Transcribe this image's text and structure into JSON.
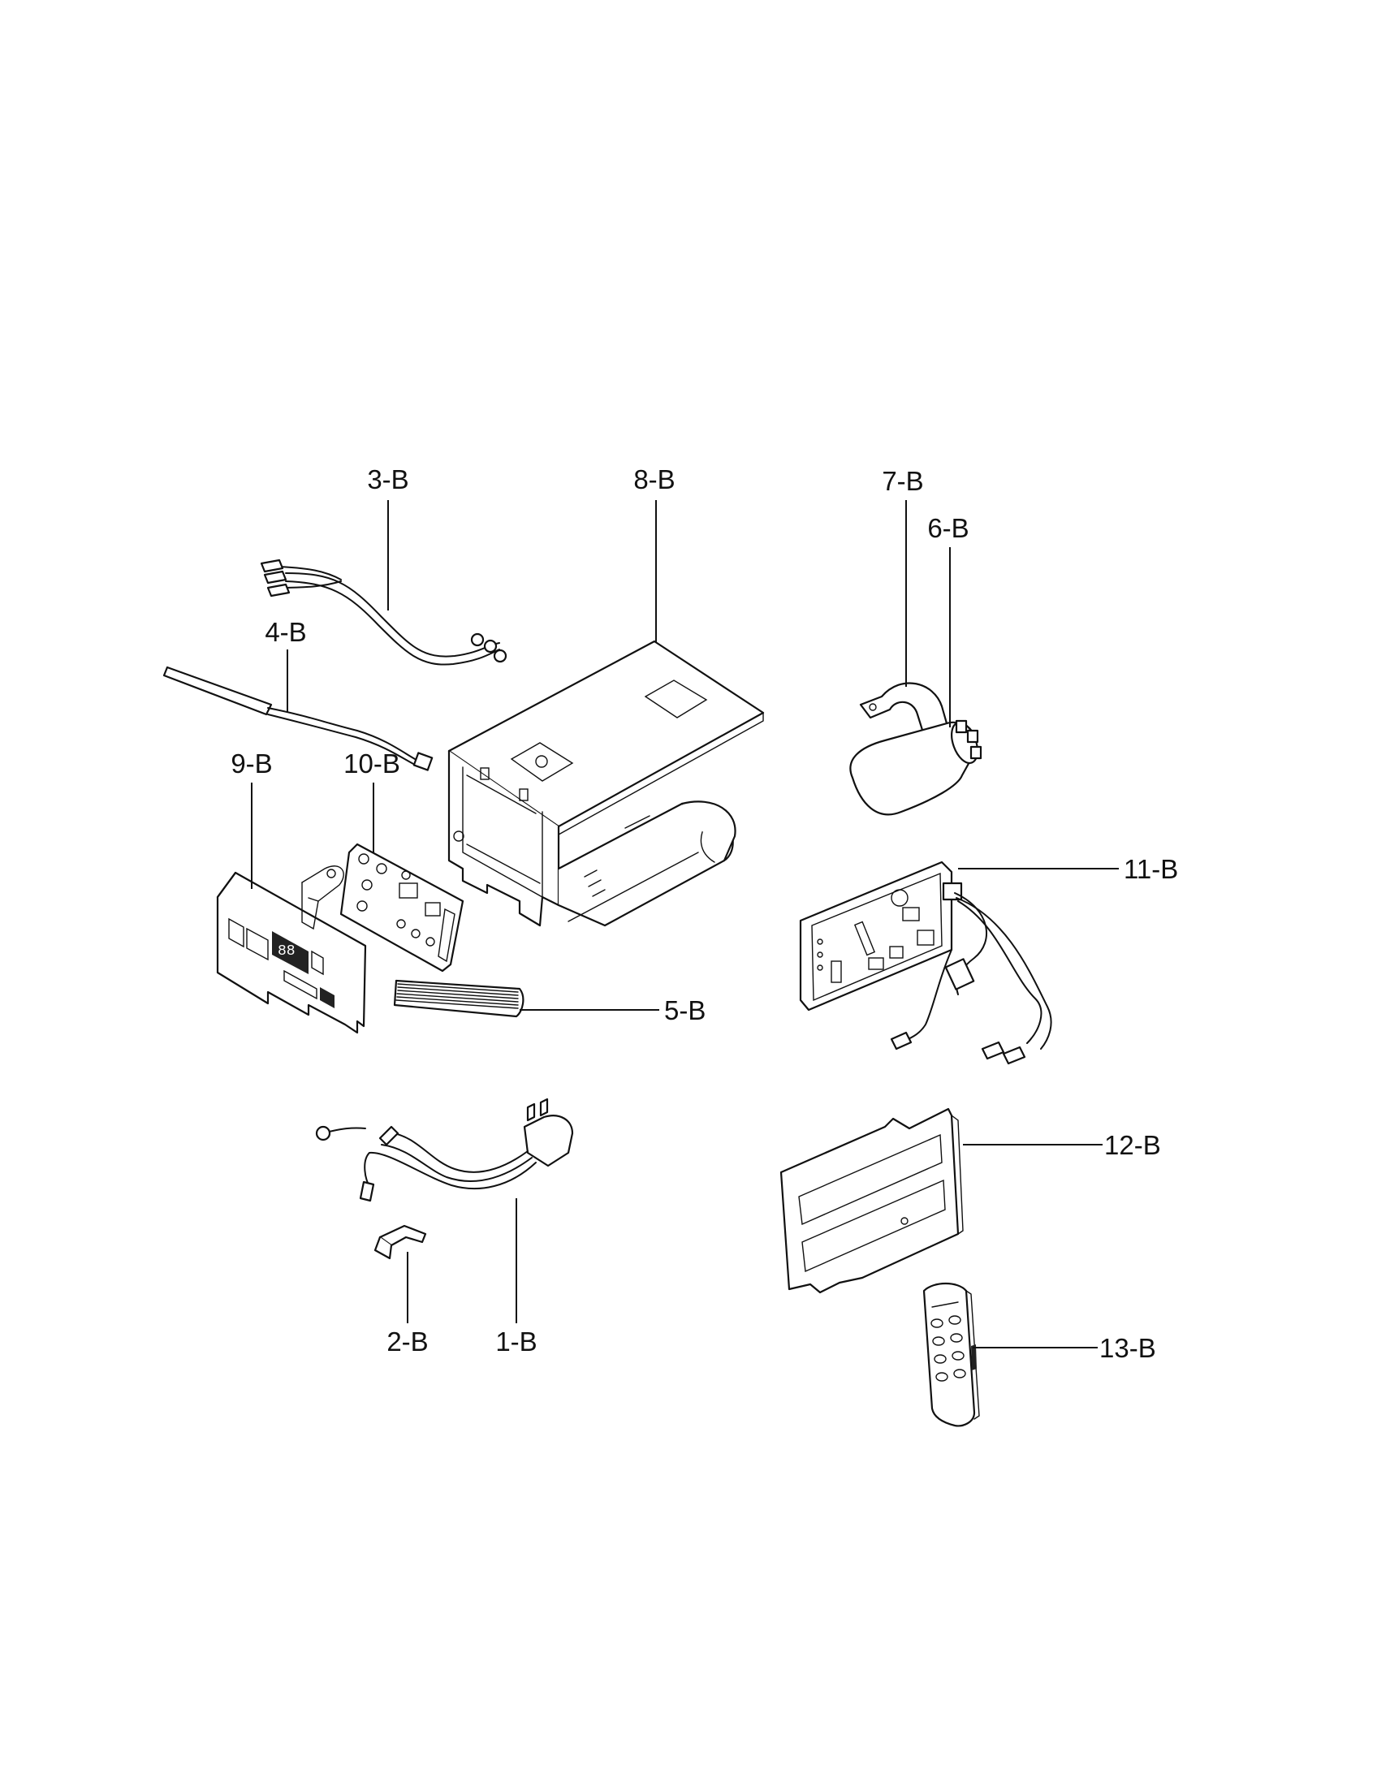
{
  "callouts": {
    "c1": "1-B",
    "c2": "2-B",
    "c3": "3-B",
    "c4": "4-B",
    "c5": "5-B",
    "c6": "6-B",
    "c7": "7-B",
    "c8": "8-B",
    "c9": "9-B",
    "c10": "10-B",
    "c11": "11-B",
    "c12": "12-B",
    "c13": "13-B"
  }
}
